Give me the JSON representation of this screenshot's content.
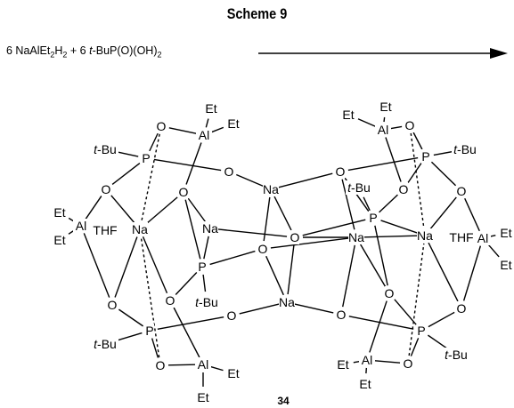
{
  "title": "Scheme 9",
  "reaction": {
    "left_plain_1": "6 NaAlEt",
    "left_sub_1": "2",
    "left_plain_2": "H",
    "left_sub_2": "2",
    "left_plain_3": " + 6 ",
    "left_italic": "t",
    "left_plain_4": "-BuP(O)(OH)",
    "left_sub_3": "2"
  },
  "compound_label": "34",
  "atoms": {
    "O": "O",
    "Na": "Na",
    "P": "P",
    "Al": "Al",
    "Et": "Et",
    "THF": "THF",
    "tBu_t": "t",
    "tBu_rest": "-Bu"
  }
}
